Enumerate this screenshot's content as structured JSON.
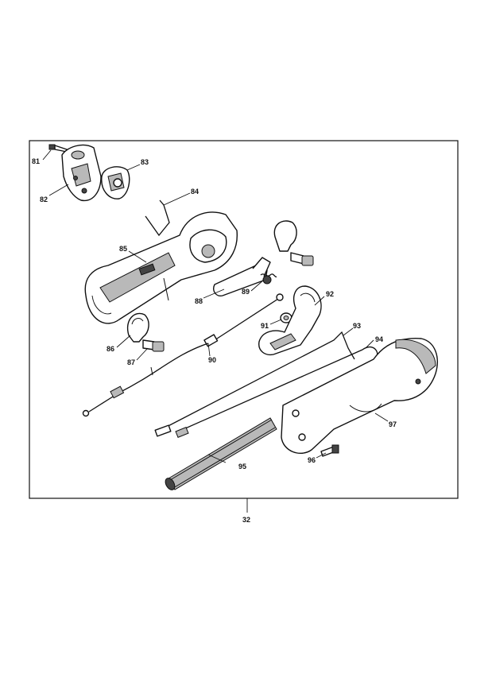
{
  "callouts": [
    {
      "id": "81",
      "text": "81"
    },
    {
      "id": "82",
      "text": "82"
    },
    {
      "id": "83",
      "text": "83"
    },
    {
      "id": "84",
      "text": "84"
    },
    {
      "id": "85",
      "text": "85"
    },
    {
      "id": "86",
      "text": "86"
    },
    {
      "id": "87",
      "text": "87"
    },
    {
      "id": "88",
      "text": "88"
    },
    {
      "id": "89",
      "text": "89"
    },
    {
      "id": "90",
      "text": "90"
    },
    {
      "id": "91",
      "text": "91"
    },
    {
      "id": "92",
      "text": "92"
    },
    {
      "id": "93",
      "text": "93"
    },
    {
      "id": "94",
      "text": "94"
    },
    {
      "id": "95",
      "text": "95"
    },
    {
      "id": "96",
      "text": "96"
    },
    {
      "id": "97",
      "text": "97"
    }
  ],
  "page_ref": "32"
}
